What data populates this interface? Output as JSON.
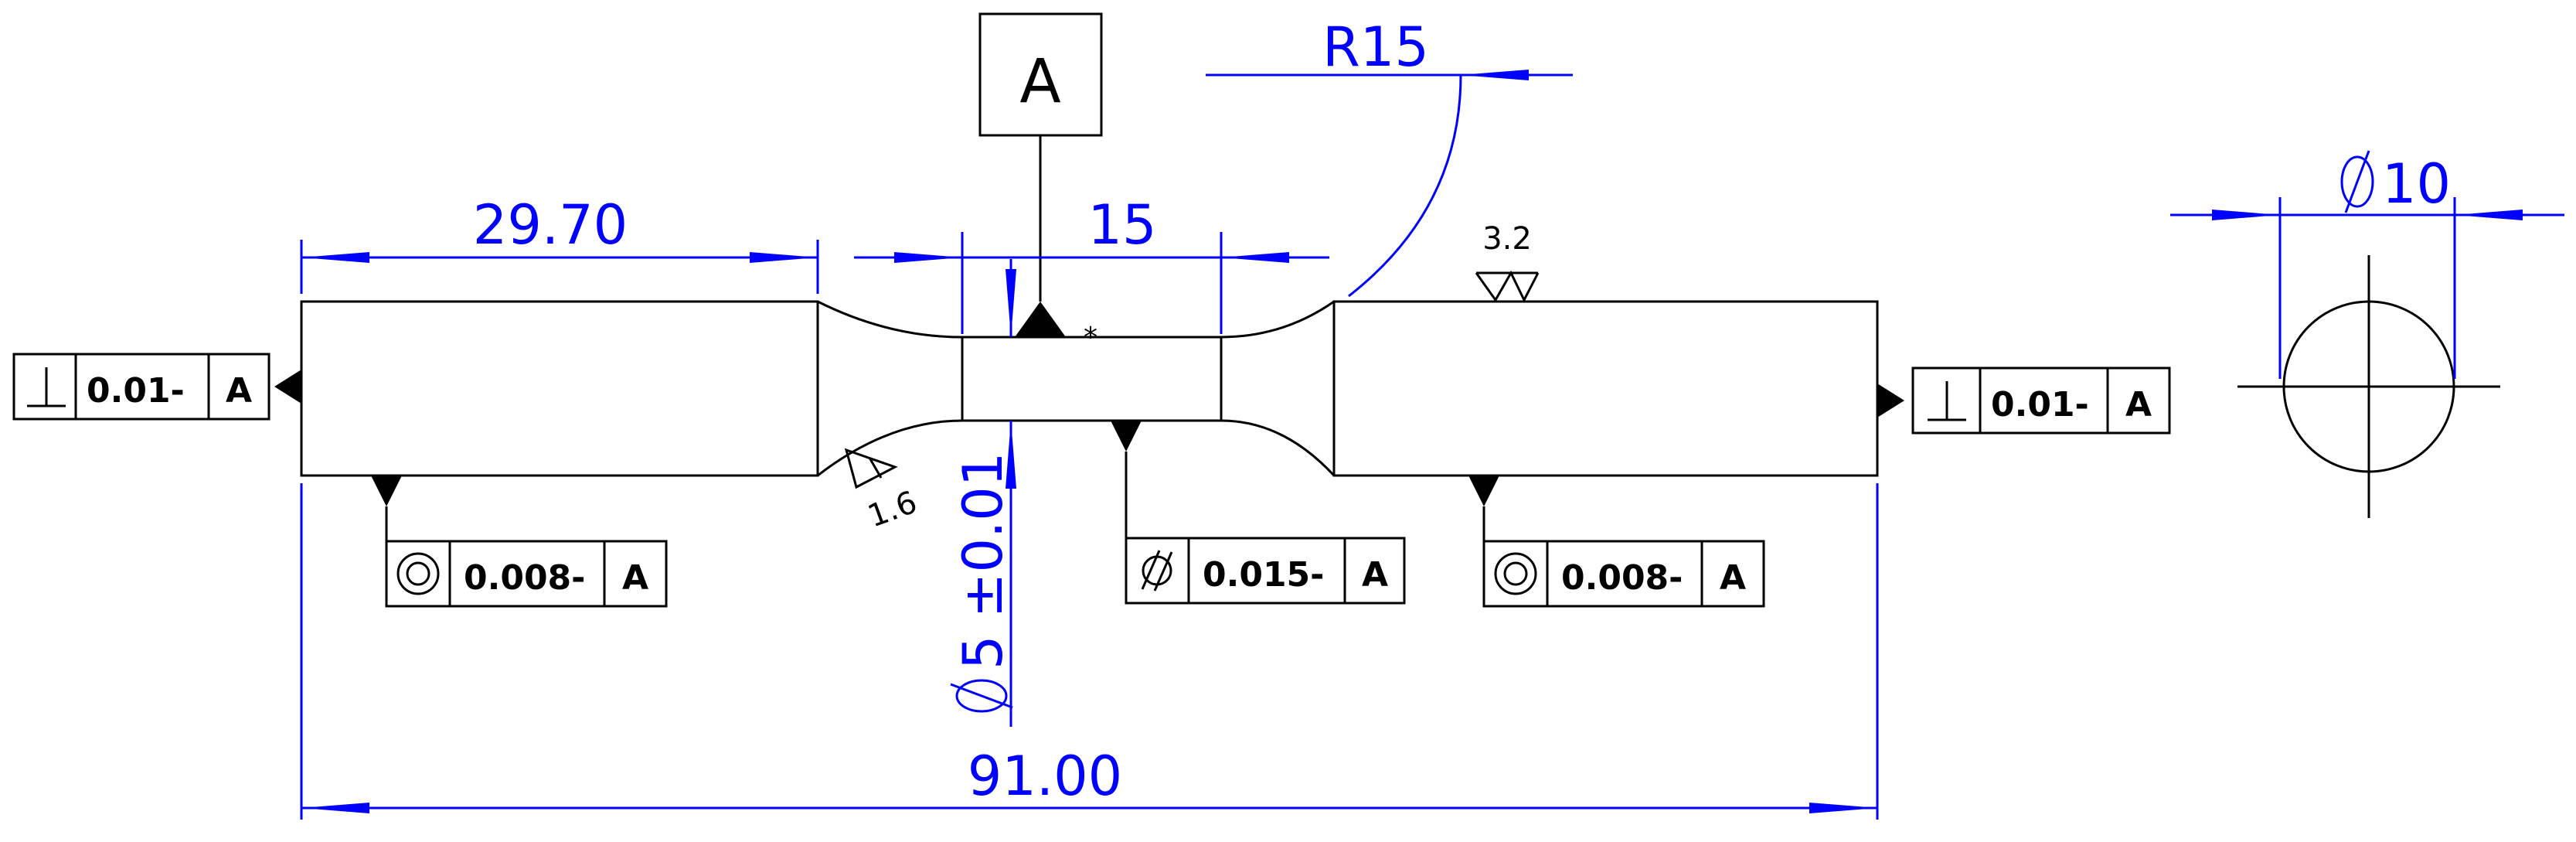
{
  "colors": {
    "dimension": "#0000ff",
    "geometry": "#000000",
    "background": "#ffffff"
  },
  "datum": {
    "label": "A"
  },
  "dimensions": {
    "left_length": "29.70",
    "center_length": "15",
    "overall_length": "91.00",
    "fillet_radius": "R15",
    "end_diameter": "10",
    "neck_diameter": "5 ±0.01"
  },
  "surface_finish": {
    "top": "3.2",
    "bottom": "1.6"
  },
  "feature_controls": {
    "left_end": {
      "symbol": "perpendicularity-icon",
      "tolerance": "0.01-",
      "datum": "A"
    },
    "right_end": {
      "symbol": "perpendicularity-icon",
      "tolerance": "0.01-",
      "datum": "A"
    },
    "left_body": {
      "symbol": "concentricity-icon",
      "tolerance": "0.008-",
      "datum": "A"
    },
    "neck": {
      "symbol": "cylindricity-icon",
      "tolerance": "0.015-",
      "datum": "A"
    },
    "right_body": {
      "symbol": "concentricity-icon",
      "tolerance": "0.008-",
      "datum": "A"
    }
  }
}
